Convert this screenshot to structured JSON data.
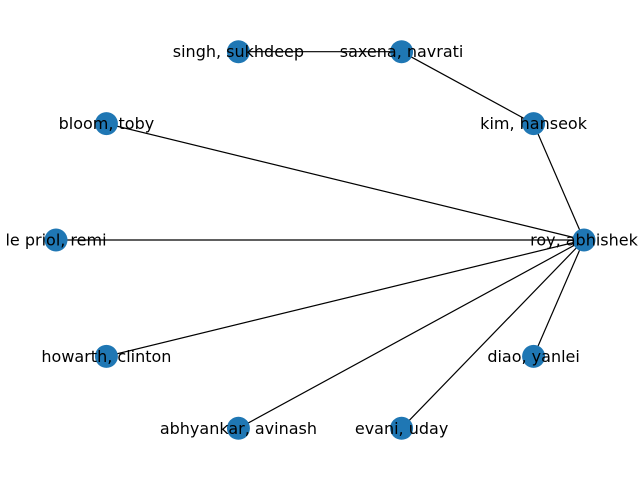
{
  "graph": {
    "node_color": "#1f77b4",
    "edge_color": "#000000",
    "nodes": [
      {
        "id": "roy",
        "label": "roy, abhishek"
      },
      {
        "id": "kim",
        "label": "kim, hanseok"
      },
      {
        "id": "saxena",
        "label": "saxena, navrati"
      },
      {
        "id": "singh",
        "label": "singh, sukhdeep"
      },
      {
        "id": "bloom",
        "label": "bloom, toby"
      },
      {
        "id": "lepriol",
        "label": "le priol, remi"
      },
      {
        "id": "howarth",
        "label": "howarth, clinton"
      },
      {
        "id": "abhyankar",
        "label": "abhyankar, avinash"
      },
      {
        "id": "evani",
        "label": "evani, uday"
      },
      {
        "id": "diao",
        "label": "diao, yanlei"
      }
    ],
    "edges": [
      {
        "source": "singh",
        "target": "saxena"
      },
      {
        "source": "saxena",
        "target": "kim"
      },
      {
        "source": "kim",
        "target": "roy"
      },
      {
        "source": "bloom",
        "target": "roy"
      },
      {
        "source": "lepriol",
        "target": "roy"
      },
      {
        "source": "howarth",
        "target": "roy"
      },
      {
        "source": "abhyankar",
        "target": "roy"
      },
      {
        "source": "evani",
        "target": "roy"
      },
      {
        "source": "diao",
        "target": "roy"
      }
    ]
  }
}
